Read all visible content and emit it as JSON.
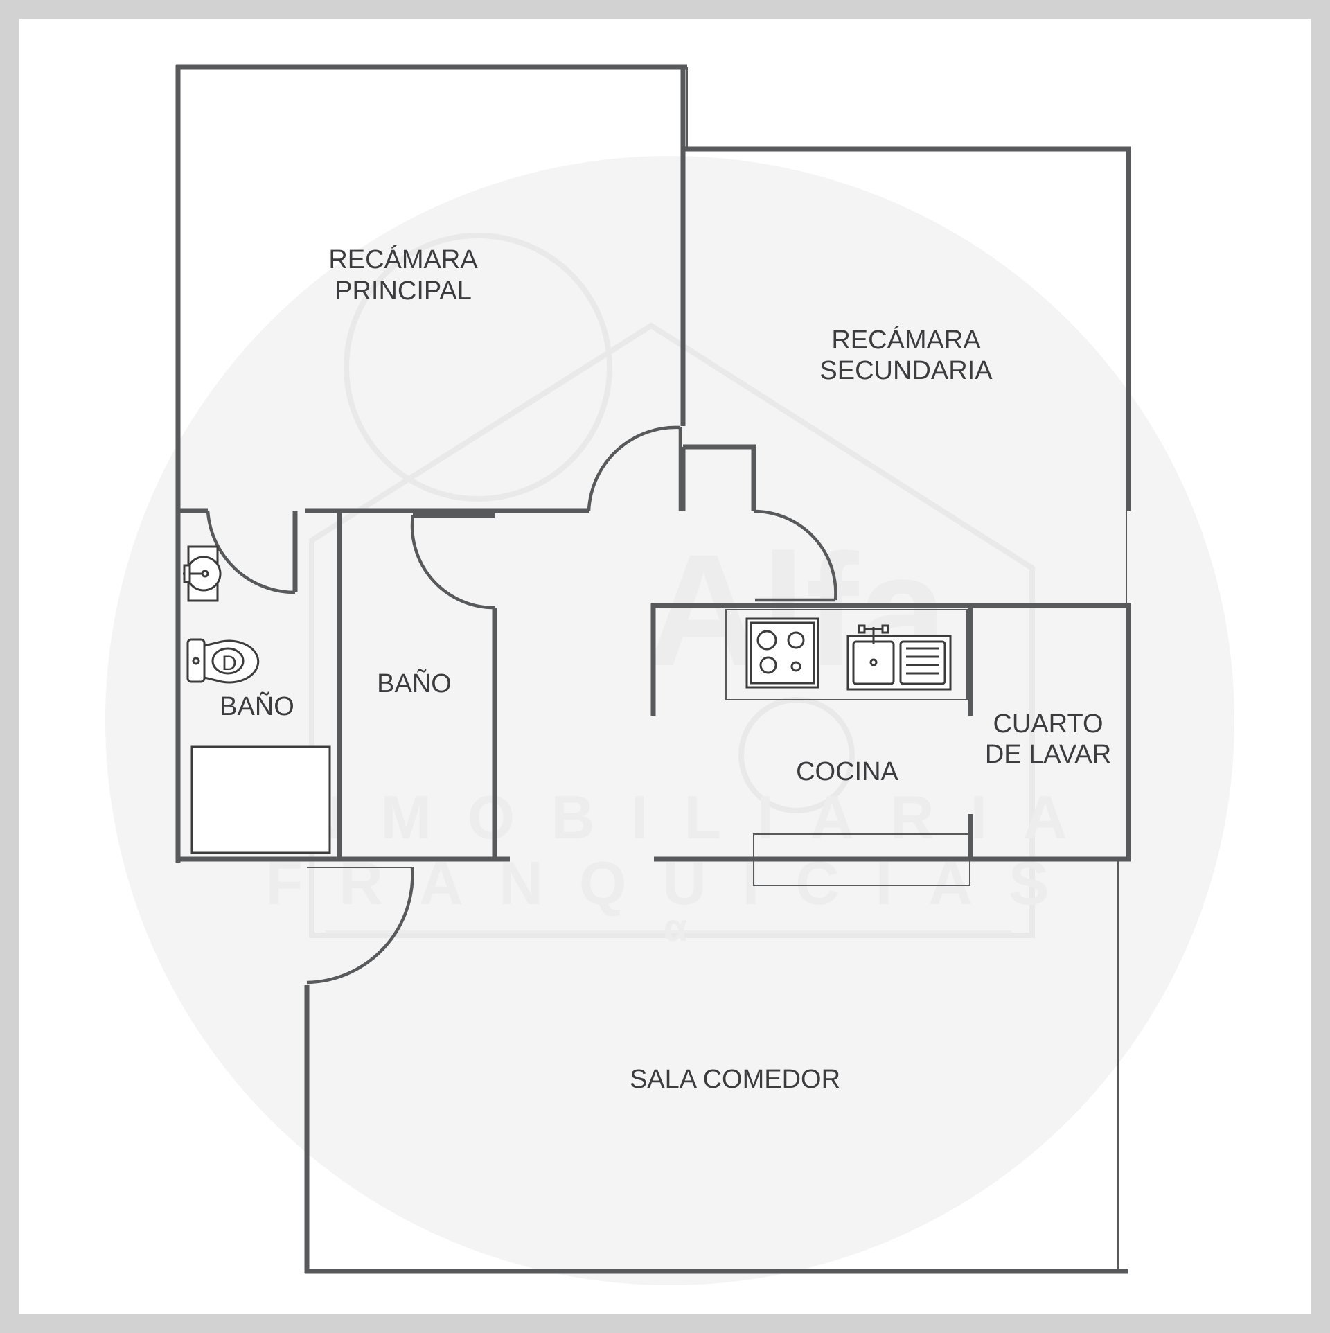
{
  "plan": {
    "rooms": {
      "master_bedroom": [
        "RECÁMARA",
        "PRINCIPAL"
      ],
      "second_bedroom": [
        "RECÁMARA",
        "SECUNDARIA"
      ],
      "bathroom_left": "BAÑO",
      "bathroom_center": "BAÑO",
      "kitchen": "COCINA",
      "laundry": [
        "CUARTO",
        "DE LAVAR"
      ],
      "living_dining": "SALA COMEDOR"
    }
  },
  "watermark": {
    "brand": "Alfa",
    "line1": "INMOBILIARIA",
    "line2": "FRANQUICIAS",
    "mark": "α"
  },
  "colors": {
    "frame": "#d2d2d3",
    "wall": "#58595b",
    "label": "#3c3c3e",
    "watermark": "#ececed"
  },
  "icons": [
    "house-logo-watermark",
    "sink-icon",
    "toilet-icon",
    "shower-tray-icon",
    "stove-icon",
    "kitchen-sink-icon",
    "door-swing-icon"
  ]
}
